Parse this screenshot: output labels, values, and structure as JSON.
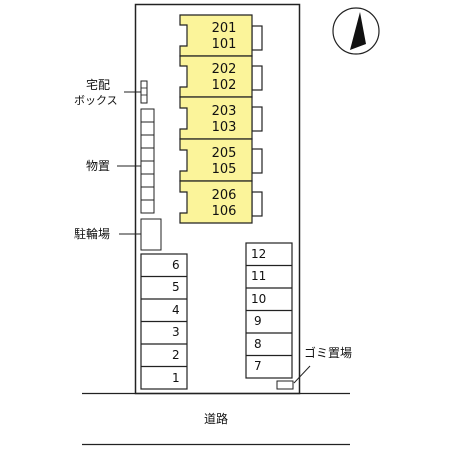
{
  "units": [
    {
      "upper": "201",
      "lower": "101"
    },
    {
      "upper": "202",
      "lower": "102"
    },
    {
      "upper": "203",
      "lower": "103"
    },
    {
      "upper": "205",
      "lower": "105"
    },
    {
      "upper": "206",
      "lower": "106"
    }
  ],
  "parking_left": [
    "6",
    "5",
    "4",
    "3",
    "2",
    "1"
  ],
  "parking_right": [
    "12",
    "11",
    "10",
    "9",
    "8",
    "7"
  ],
  "labels": {
    "delivery_box_line1": "宅配",
    "delivery_box_line2": "ボックス",
    "storage": "物置",
    "bicycle_parking": "駐輪場",
    "garbage": "ゴミ置場",
    "road": "道路"
  },
  "colors": {
    "unit_fill": "#fbf49a",
    "outline": "#222222",
    "background": "#ffffff"
  },
  "compass": {
    "direction": "north",
    "icon": "north-arrow-icon"
  }
}
